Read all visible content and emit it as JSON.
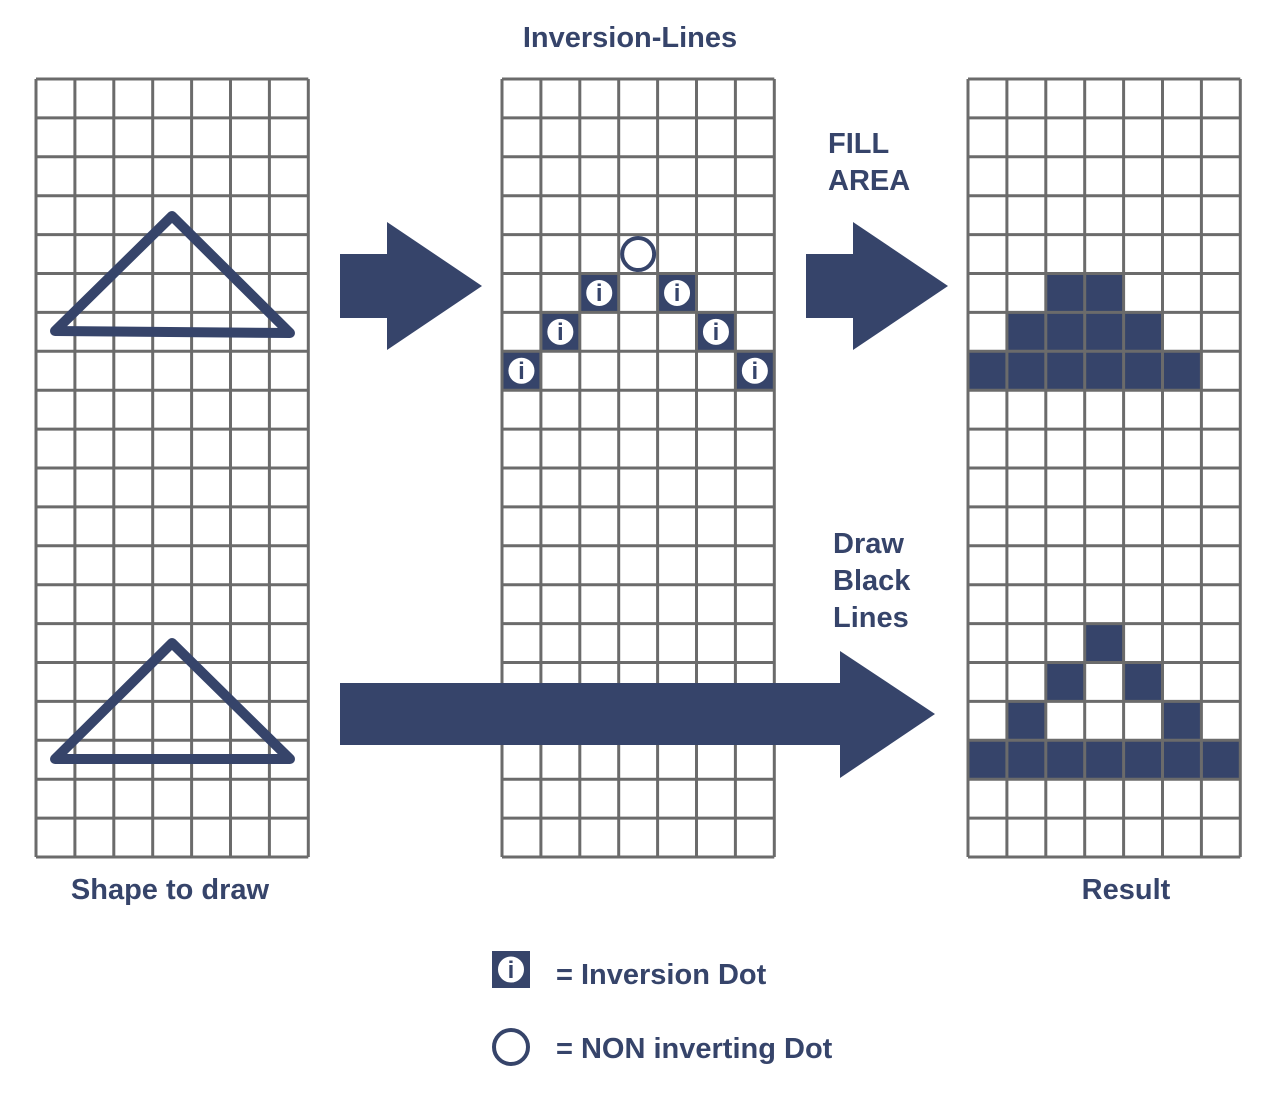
{
  "title": "Inversion-Lines",
  "labels": {
    "shape": "Shape to draw",
    "result": "Result",
    "fill_area_line1": "FILL",
    "fill_area_line2": "AREA",
    "draw_line1": "Draw",
    "draw_line2": "Black",
    "draw_line3": "Lines"
  },
  "legend": {
    "inversion_symbol": "i",
    "inversion_text": "= Inversion Dot",
    "non_inverting_text": "= NON inverting Dot"
  },
  "grid": {
    "cols": 7,
    "rows": 20
  },
  "inversion_dots": [
    [
      0,
      7
    ],
    [
      1,
      6
    ],
    [
      2,
      5
    ],
    [
      4,
      5
    ],
    [
      5,
      6
    ],
    [
      6,
      7
    ]
  ],
  "non_inverting_dots": [
    [
      3,
      4
    ]
  ],
  "fill_result_cells": [
    [
      2,
      5
    ],
    [
      3,
      5
    ],
    [
      1,
      6
    ],
    [
      2,
      6
    ],
    [
      3,
      6
    ],
    [
      4,
      6
    ],
    [
      0,
      7
    ],
    [
      1,
      7
    ],
    [
      2,
      7
    ],
    [
      3,
      7
    ],
    [
      4,
      7
    ],
    [
      5,
      7
    ]
  ],
  "line_result_cells": [
    [
      3,
      14
    ],
    [
      2,
      15
    ],
    [
      4,
      15
    ],
    [
      1,
      16
    ],
    [
      5,
      16
    ],
    [
      0,
      17
    ],
    [
      1,
      17
    ],
    [
      2,
      17
    ],
    [
      3,
      17
    ],
    [
      4,
      17
    ],
    [
      5,
      17
    ],
    [
      6,
      17
    ]
  ],
  "colors": {
    "navy": "#36446a",
    "grid": "#6b6b6b",
    "background": "#ffffff"
  }
}
